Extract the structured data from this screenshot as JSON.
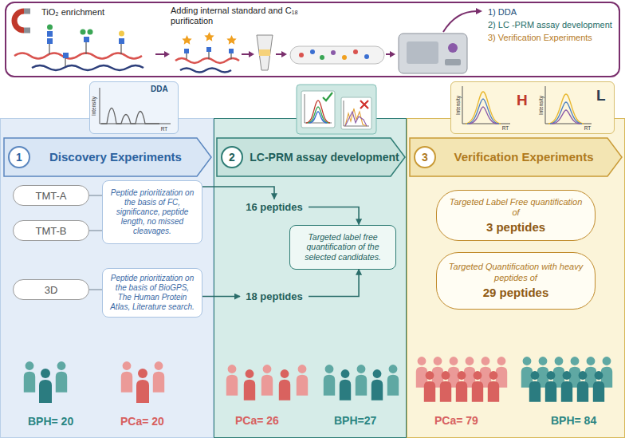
{
  "diagram": {
    "nodes": [
      {
        "text": [
          "TiO₂ enrichment",
          "Adding internal standard and C₁₈ purification",
          "1) DDA",
          "2) LC -PRM assay development",
          "3) Verification Experiments"
        ]
      },
      {
        "text": [
          "BPH= 20",
          "PCa= 20"
        ]
      },
      {
        "text": [
          "DDA"
        ],
        "in": 1
      },
      {
        "text": [
          "Discovery Experiments"
        ],
        "in": 1
      },
      {
        "text": [
          "1"
        ],
        "in": 3
      },
      {
        "text": [
          "TMT-A"
        ],
        "in": 1
      },
      {
        "text": [
          "Peptide prioritization on the basis of FC, significance, peptide length, no missed cleavages."
        ],
        "in": 1
      },
      {
        "text": [
          "TMT-B"
        ],
        "in": 1
      },
      {
        "text": [
          "3D"
        ],
        "in": 1
      },
      {
        "text": [
          "Peptide prioritization on the basis of BioGPS, The Human Protein Atlas, Literature search."
        ],
        "in": 1
      },
      {
        "text": [
          "PCa= 26",
          "BPH=27"
        ]
      },
      {
        "text": [
          "LC-PRM assay development"
        ],
        "in": 10
      },
      {
        "text": [
          "2"
        ],
        "in": 11
      },
      {
        "text": [
          "16 peptides"
        ],
        "in": 10
      },
      {
        "text": [
          "Targeted label free quantification of the selected candidates."
        ],
        "in": 10
      },
      {
        "text": [
          "18 peptides"
        ],
        "in": 10
      },
      {
        "text": [
          "PCa= 79",
          "BPH= 84"
        ]
      },
      {
        "text": [
          "H",
          "L"
        ],
        "in": 16
      },
      {
        "text": [
          "Verification Experiments"
        ],
        "in": 16
      },
      {
        "text": [
          "3"
        ],
        "in": 18
      },
      {
        "text": [
          "Targeted Label Free quantification of",
          "3 peptides"
        ],
        "in": 16
      },
      {
        "text": [
          "Targeted Quantification with heavy peptides of",
          "29 peptides"
        ],
        "in": 16
      }
    ],
    "edges": [
      {
        "from": 5,
        "to": 6,
        "arrow": "none"
      },
      {
        "from": 7,
        "to": 6,
        "arrow": "none"
      },
      {
        "from": 8,
        "to": 9,
        "arrow": "none"
      },
      {
        "from": 6,
        "to": 13,
        "arrow": "to"
      },
      {
        "from": 9,
        "to": 15,
        "arrow": "to"
      },
      {
        "from": 13,
        "to": 14,
        "arrow": "to"
      },
      {
        "from": 15,
        "to": 14,
        "arrow": "to"
      }
    ],
    "labels": [
      "Intensity",
      "RT",
      "Intensity",
      "RT",
      "Intensity",
      "RT"
    ]
  }
}
